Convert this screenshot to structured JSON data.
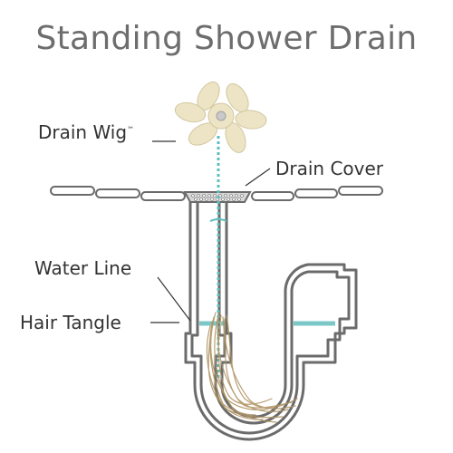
{
  "title": "Standing Shower Drain",
  "labels": {
    "drain_wig": "Drain Wig",
    "trademark": "™",
    "drain_cover": "Drain Cover",
    "water_line": "Water Line",
    "hair_tangle": "Hair Tangle"
  },
  "colors": {
    "pipe_outline": "#6b6b6b",
    "water": "#7cc7c7",
    "flower": "#ece4c4",
    "hair": "#b09463",
    "chain": "#5fbfbf",
    "text": "#333333"
  }
}
